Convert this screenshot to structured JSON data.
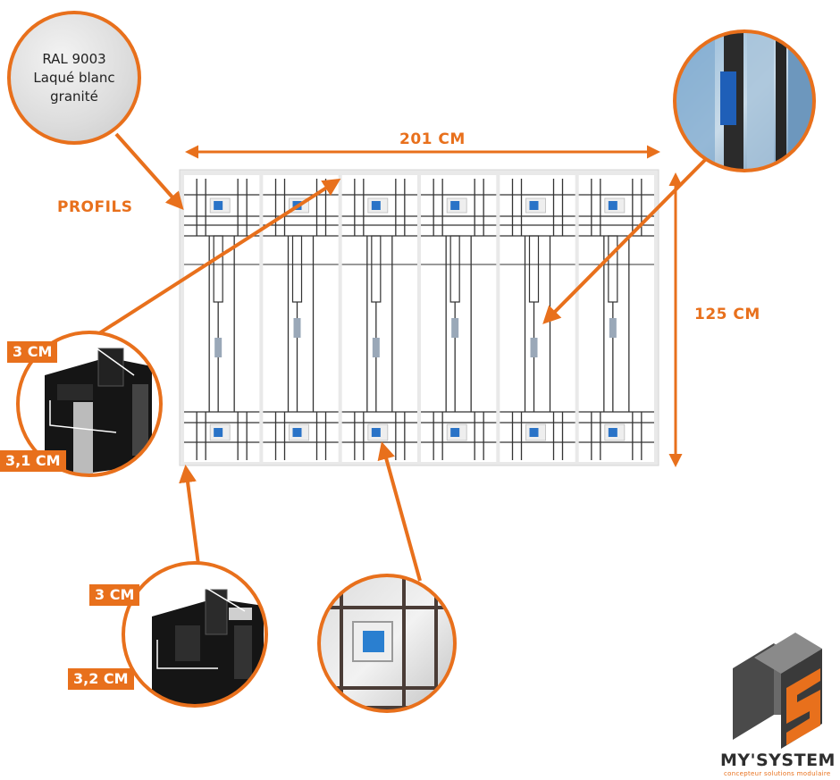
{
  "colors": {
    "accent": "#e8701c",
    "frame": "#ececec",
    "panel": "#ffffff",
    "bar": "#333333",
    "glass_blue": "#2a73c7",
    "glass_grey": "#9aa8b8",
    "profile_black": "#151515"
  },
  "material": {
    "line1": "RAL 9003",
    "line2": "Laqué blanc",
    "line3": "granité"
  },
  "profils_label": "PROFILS",
  "dimensions": {
    "width": "201 CM",
    "height": "125 CM"
  },
  "profile_top": {
    "dim_a": "3 CM",
    "dim_b": "3,1 CM"
  },
  "profile_bottom": {
    "dim_a": "3 CM",
    "dim_b": "3,2 CM"
  },
  "panels_count": 6,
  "brand": {
    "name": "MY'SYSTEM",
    "tagline": "concepteur solutions modulaire"
  },
  "icons": [
    "logo-mark",
    "texture-blue-bar-detail",
    "texture-blue-square-detail"
  ]
}
